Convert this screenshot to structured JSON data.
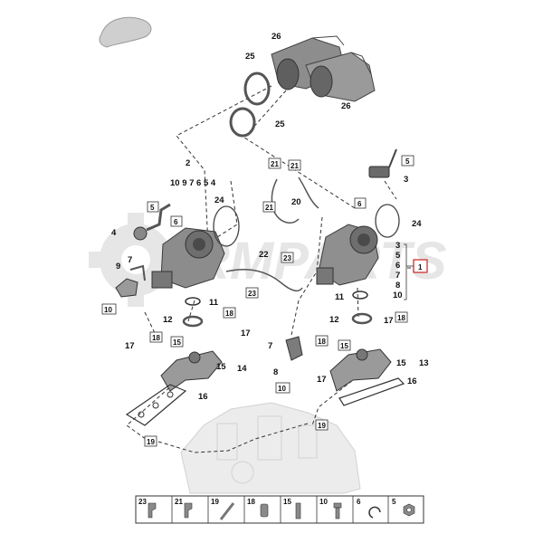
{
  "watermark": {
    "text": "RMPARTS"
  },
  "callouts": {
    "c26a": "26",
    "c25a": "25",
    "c25b": "25",
    "c26b": "26",
    "c5r": "5",
    "c3r": "3",
    "c2": "2",
    "c_left_group": "10 9 7  6 5 4",
    "c21a": "21",
    "c21b": "21",
    "c20": "20",
    "c21c": "21",
    "c6r": "6",
    "c24l": "24",
    "c24r": "24",
    "c5l": "5",
    "c6l": "6",
    "c4": "4",
    "c22": "22",
    "c23a": "23",
    "c23b": "23",
    "c3s": "3",
    "c5s": "5",
    "c6s": "6",
    "c7s": "7",
    "c8s": "8",
    "c10s": "10",
    "c1": "1",
    "c9": "9",
    "c7l": "7",
    "c10l": "10",
    "c11l": "11",
    "c11r": "11",
    "c12l": "12",
    "c12r": "12",
    "c18a": "18",
    "c17a": "17",
    "c17b": "17",
    "c18b": "18",
    "c17c": "17",
    "c18c": "18",
    "c15a": "15",
    "c18d": "18",
    "c15b": "15",
    "c7m": "7",
    "c15c": "15",
    "c14": "14",
    "c15d": "15",
    "c13": "13",
    "c8m": "8",
    "c17d": "17",
    "c10m": "10",
    "c16l": "16",
    "c16r": "16",
    "c19a": "19",
    "c19b": "19"
  },
  "legend": {
    "items": [
      {
        "label": "23",
        "icon": "clip-icon"
      },
      {
        "label": "21",
        "icon": "clip-icon"
      },
      {
        "label": "19",
        "icon": "hose-icon"
      },
      {
        "label": "18",
        "icon": "clamp-icon"
      },
      {
        "label": "15",
        "icon": "stud-icon"
      },
      {
        "label": "10",
        "icon": "bolt-icon"
      },
      {
        "label": "6",
        "icon": "circlip-icon"
      },
      {
        "label": "5",
        "icon": "nut-icon"
      }
    ]
  }
}
